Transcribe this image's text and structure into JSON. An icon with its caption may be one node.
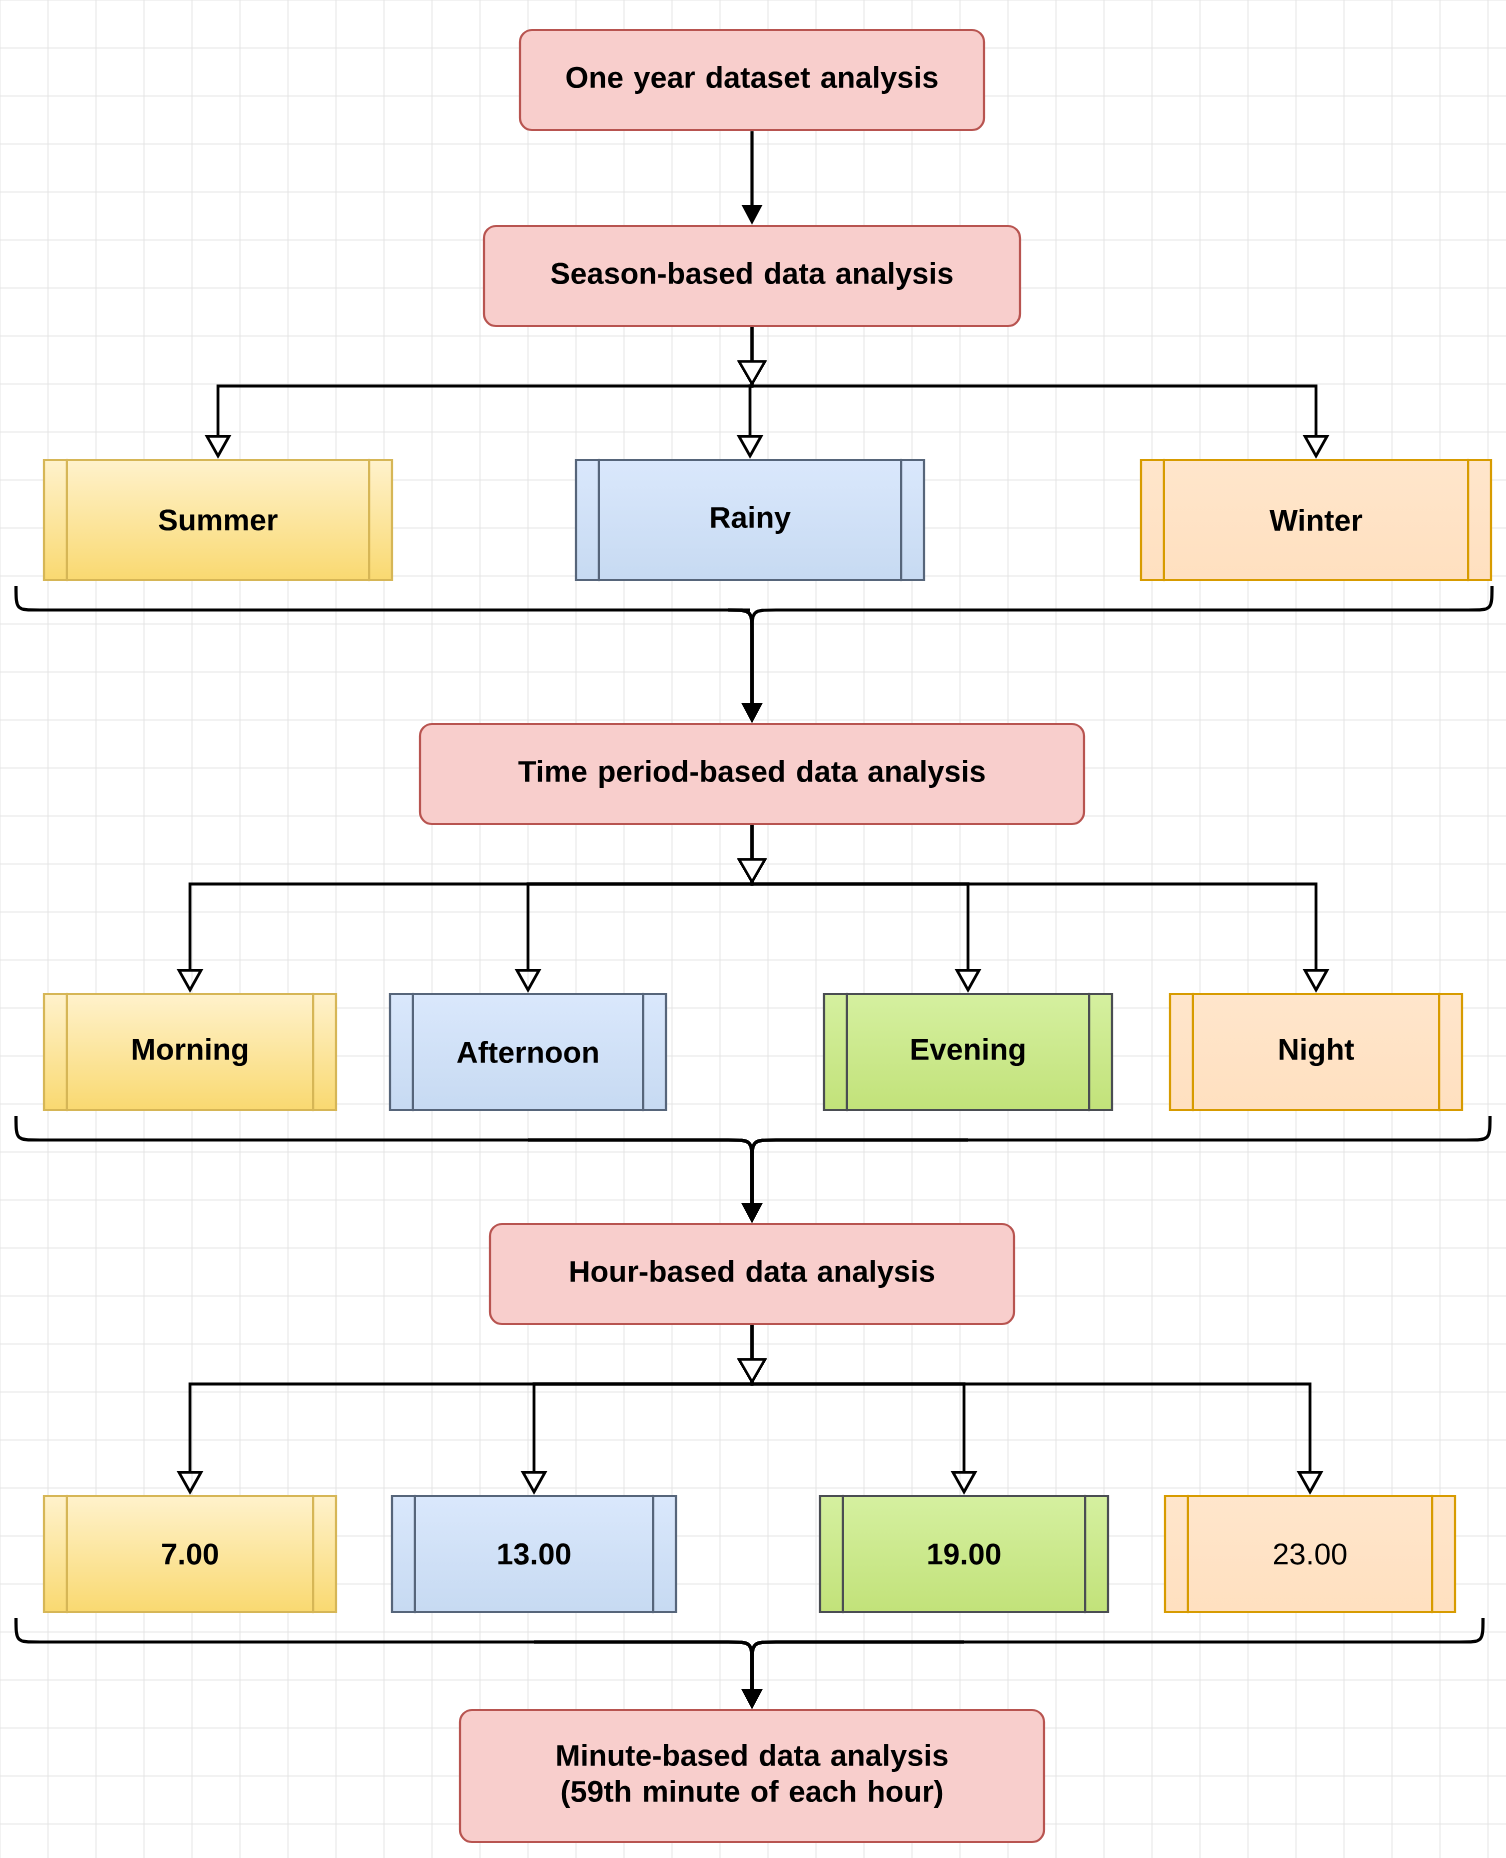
{
  "diagram": {
    "nodes": [
      {
        "text": [
          "One year dataset analysis"
        ]
      },
      {
        "text": [
          "Season-based data analysis"
        ]
      },
      {
        "text": [
          "Summer"
        ]
      },
      {
        "text": [
          "Rainy"
        ]
      },
      {
        "text": [
          "Winter"
        ]
      },
      {
        "text": [
          "Time period-based data analysis"
        ]
      },
      {
        "text": [
          "Morning"
        ]
      },
      {
        "text": [
          "Afternoon"
        ]
      },
      {
        "text": [
          "Evening"
        ]
      },
      {
        "text": [
          "Night"
        ]
      },
      {
        "text": [
          "Hour-based data analysis"
        ]
      },
      {
        "text": [
          "7.00"
        ]
      },
      {
        "text": [
          "13.00"
        ]
      },
      {
        "text": [
          "19.00"
        ]
      },
      {
        "text": [
          "23.00"
        ]
      },
      {
        "text": [
          "Minute-based data analysis (59th minute of each hour)"
        ]
      }
    ],
    "edges": [
      {
        "from": 0,
        "to": 1,
        "arrow": "to"
      },
      {
        "from": 1,
        "to": 2,
        "arrow": "to"
      },
      {
        "from": 1,
        "to": 3,
        "arrow": "to"
      },
      {
        "from": 1,
        "to": 4,
        "arrow": "to"
      },
      {
        "from": 2,
        "to": 5,
        "arrow": "to"
      },
      {
        "from": 3,
        "to": 5,
        "arrow": "to"
      },
      {
        "from": 4,
        "to": 5,
        "arrow": "to"
      },
      {
        "from": 5,
        "to": 6,
        "arrow": "to"
      },
      {
        "from": 5,
        "to": 7,
        "arrow": "to"
      },
      {
        "from": 5,
        "to": 8,
        "arrow": "to"
      },
      {
        "from": 5,
        "to": 9,
        "arrow": "to"
      },
      {
        "from": 6,
        "to": 10,
        "arrow": "to"
      },
      {
        "from": 7,
        "to": 10,
        "arrow": "to"
      },
      {
        "from": 8,
        "to": 10,
        "arrow": "to"
      },
      {
        "from": 9,
        "to": 10,
        "arrow": "to"
      },
      {
        "from": 10,
        "to": 11,
        "arrow": "to"
      },
      {
        "from": 10,
        "to": 12,
        "arrow": "to"
      },
      {
        "from": 10,
        "to": 13,
        "arrow": "to"
      },
      {
        "from": 10,
        "to": 14,
        "arrow": "to"
      },
      {
        "from": 11,
        "to": 15,
        "arrow": "to"
      },
      {
        "from": 12,
        "to": 15,
        "arrow": "to"
      },
      {
        "from": 13,
        "to": 15,
        "arrow": "to"
      },
      {
        "from": 14,
        "to": 15,
        "arrow": "to"
      }
    ]
  }
}
